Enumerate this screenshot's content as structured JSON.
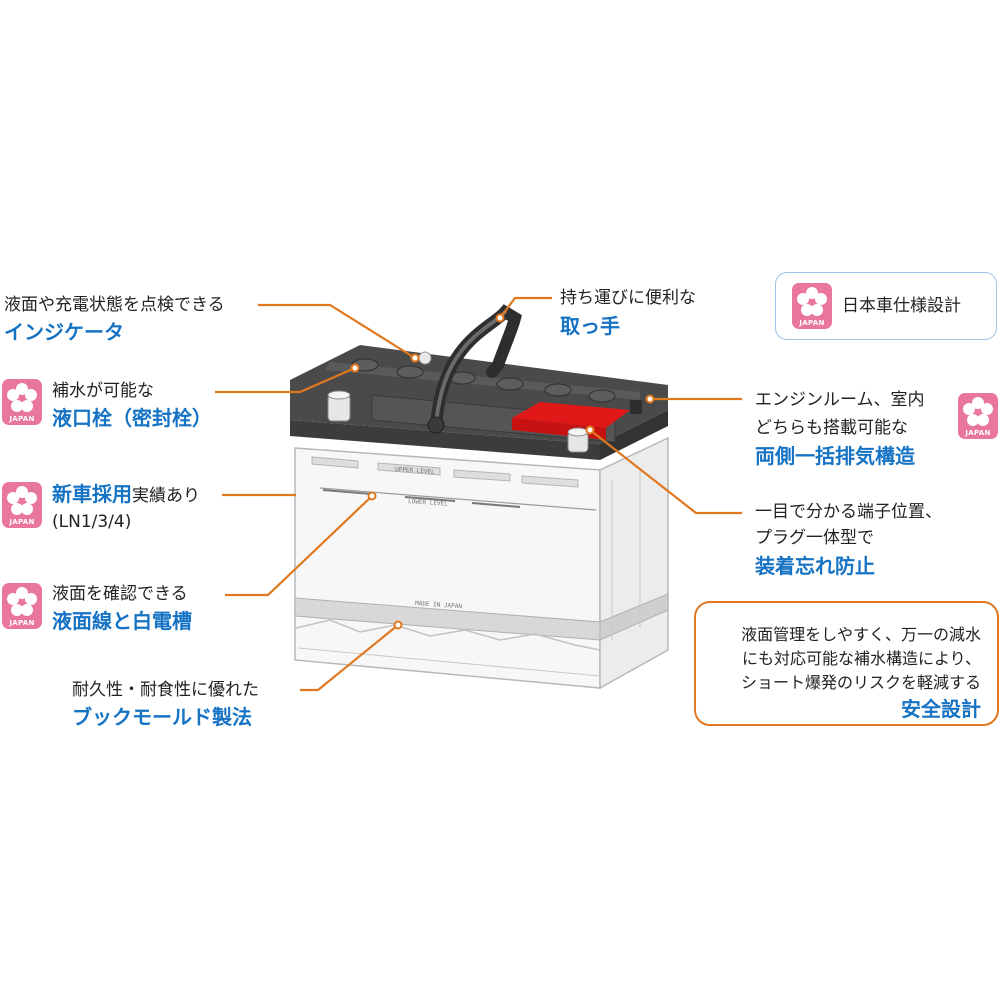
{
  "spec_badge": {
    "label": "日本車仕様設計",
    "badge_text": "JAPAN"
  },
  "callouts": {
    "indicator": {
      "line1": "液面や充電状態を点検できる",
      "line2": "インジケータ"
    },
    "handle": {
      "line1": "持ち運びに便利な",
      "line2": "取っ手"
    },
    "plug": {
      "line1": "補水が可能な",
      "line2": "液口栓（密封栓）",
      "badge_text": "JAPAN"
    },
    "adoption": {
      "strong": "新車採用",
      "rest": "実績あり",
      "line2": "(LN1/3/4)",
      "badge_text": "JAPAN"
    },
    "level_line": {
      "line1": "液面を確認できる",
      "line2": "液面線と白電槽",
      "badge_text": "JAPAN"
    },
    "mold": {
      "line1": "耐久性・耐食性に優れた",
      "line2": "ブックモールド製法"
    },
    "vent": {
      "line1": "エンジンルーム、室内",
      "line2": "どちらも搭載可能な",
      "line3": "両側一括排気構造",
      "badge_text": "JAPAN"
    },
    "terminal": {
      "line1": "一目で分かる端子位置、",
      "line2": "プラグ一体型で",
      "line3": "装着忘れ防止"
    }
  },
  "safety": {
    "line1": "液面管理をしやすく、万一の減水",
    "line2": "にも対応可能な補水構造により、",
    "line3": "ショート爆発のリスクを軽減する",
    "strong": "安全設計"
  },
  "battery_labels": {
    "upper": "UPPER LEVEL",
    "lower": "LOWER LEVEL",
    "made": "MADE IN JAPAN"
  },
  "colors": {
    "leader": "#e07820",
    "accent_blue": "#1673c4",
    "badge_pink": "#e8769f",
    "lid_dark": "#4a4a4a",
    "terminal_red": "#e01818",
    "box_border_blue": "#9cc3e8"
  }
}
